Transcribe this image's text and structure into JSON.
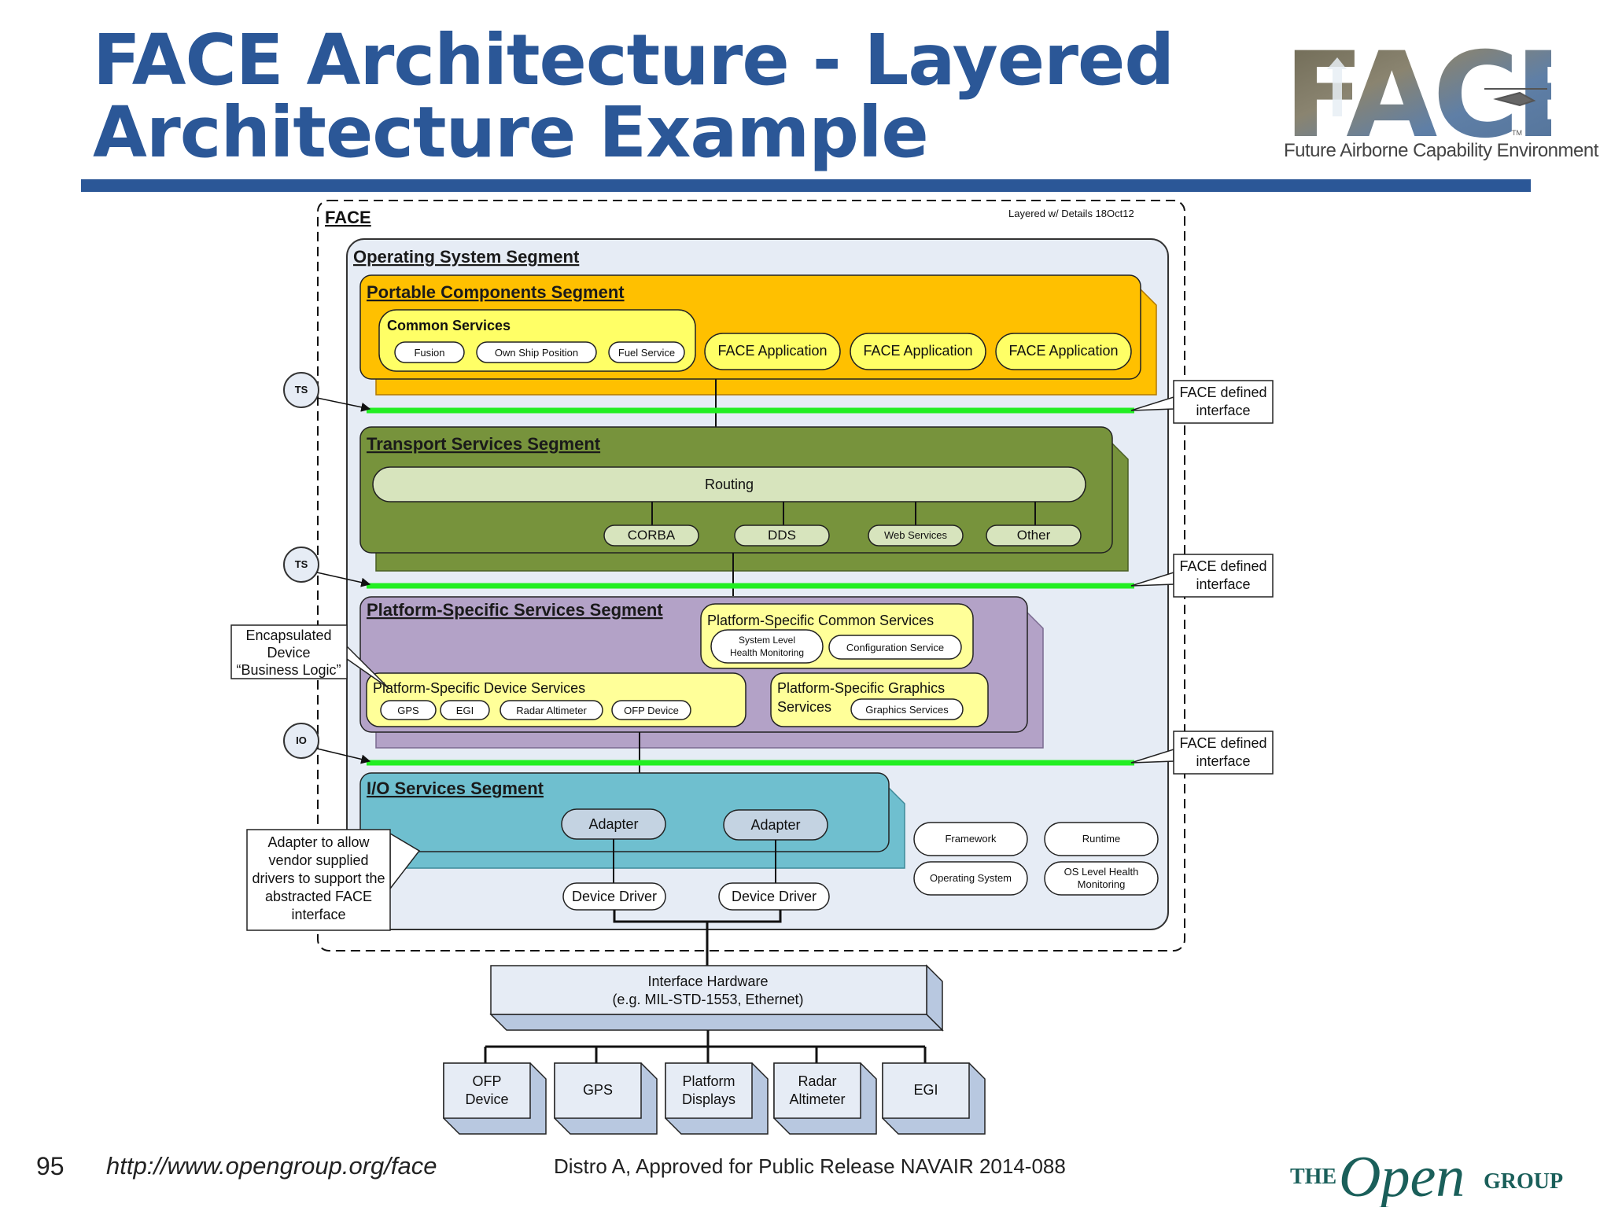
{
  "slide": {
    "title_line1": "FACE Architecture - Layered",
    "title_line2": "Architecture Example",
    "page_number": "95",
    "url": "http://www.opengroup.org/face",
    "distribution": "Distro A, Approved for Public Release NAVAIR 2014-088"
  },
  "logos": {
    "face_wordmark": "FACE",
    "face_tagline": "Future Airborne Capability Environment",
    "face_tm": "TM",
    "opengroup_the": "THE",
    "opengroup_open": "Open",
    "opengroup_group": "GROUP"
  },
  "colors": {
    "title_blue": "#2b5797",
    "pcs_orange": "#ffc000",
    "common_yellow": "#ffff66",
    "tss_green": "#77933c",
    "routing_green": "#d7e4bd",
    "pss_purple": "#b3a2c7",
    "io_teal": "#6fbfcf",
    "interface_green": "#22ee22",
    "os_bg": "#e6ecf5"
  },
  "diagram": {
    "face_label": "FACE",
    "version_note": "Layered w/ Details 18Oct12",
    "os_segment": "Operating System Segment",
    "pcs": {
      "title": "Portable Components Segment",
      "common_services": "Common Services",
      "fusion": "Fusion",
      "own_ship": "Own Ship Position",
      "fuel": "Fuel Service",
      "app1": "FACE Application",
      "app2": "FACE Application",
      "app3": "FACE Application"
    },
    "tss": {
      "title": "Transport Services Segment",
      "routing": "Routing",
      "corba": "CORBA",
      "dds": "DDS",
      "web": "Web Services",
      "other": "Other"
    },
    "pss": {
      "title": "Platform-Specific Services Segment",
      "common": "Platform-Specific Common Services",
      "shm_line1": "System Level",
      "shm_line2": "Health Monitoring",
      "config": "Configuration Service",
      "device": "Platform-Specific Device Services",
      "gps": "GPS",
      "egi": "EGI",
      "radar": "Radar Altimeter",
      "ofp": "OFP Device",
      "graphics_line1": "Platform-Specific Graphics",
      "graphics_line2": "Services",
      "graphics_svc": "Graphics Services"
    },
    "io": {
      "title": "I/O Services Segment",
      "adapter1": "Adapter",
      "adapter2": "Adapter",
      "driver1": "Device Driver",
      "driver2": "Device Driver"
    },
    "os_items": {
      "framework": "Framework",
      "runtime": "Runtime",
      "os": "Operating System",
      "oshm_line1": "OS Level Health",
      "oshm_line2": "Monitoring"
    },
    "interfaces": {
      "ts1": "TS",
      "ts2": "TS",
      "io": "IO",
      "label_line1": "FACE defined",
      "label_line2": "interface"
    },
    "callouts": {
      "encap_line1": "Encapsulated",
      "encap_line2": "Device",
      "encap_line3": "“Business Logic”",
      "adapter_line1": "Adapter to allow",
      "adapter_line2": "vendor supplied",
      "adapter_line3": "drivers to support the",
      "adapter_line4": "abstracted FACE",
      "adapter_line5": "interface"
    },
    "hardware": {
      "line1": "Interface Hardware",
      "line2": "(e.g. MIL-STD-1553, Ethernet)"
    },
    "devices": {
      "ofp_line1": "OFP",
      "ofp_line2": "Device",
      "gps": "GPS",
      "displays_line1": "Platform",
      "displays_line2": "Displays",
      "radar_line1": "Radar",
      "radar_line2": "Altimeter",
      "egi": "EGI"
    }
  }
}
